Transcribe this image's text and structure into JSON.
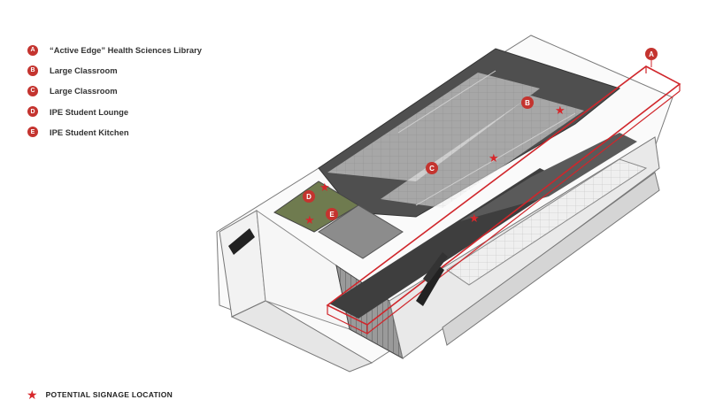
{
  "legend": [
    {
      "letter": "A",
      "label": "“Active Edge” Health Sciences Library"
    },
    {
      "letter": "B",
      "label": "Large Classroom"
    },
    {
      "letter": "C",
      "label": "Large Classroom"
    },
    {
      "letter": "D",
      "label": "IPE Student Lounge"
    },
    {
      "letter": "E",
      "label": "IPE Student Kitchen"
    }
  ],
  "footer": {
    "star": "★",
    "label": "POTENTIAL SIGNAGE LOCATION"
  },
  "colors": {
    "badge": "#c4342f",
    "star": "#d7272b",
    "outline": "#d0262b",
    "floor_dark": "#5a5a5a",
    "floor_mid": "#8c8c8c",
    "lounge_green": "#6f7b4f",
    "wall": "#ffffff"
  },
  "markers": [
    "A",
    "B",
    "C",
    "D",
    "E"
  ],
  "icons": {
    "badge": "lettered-circle-icon",
    "signage": "star-icon"
  }
}
